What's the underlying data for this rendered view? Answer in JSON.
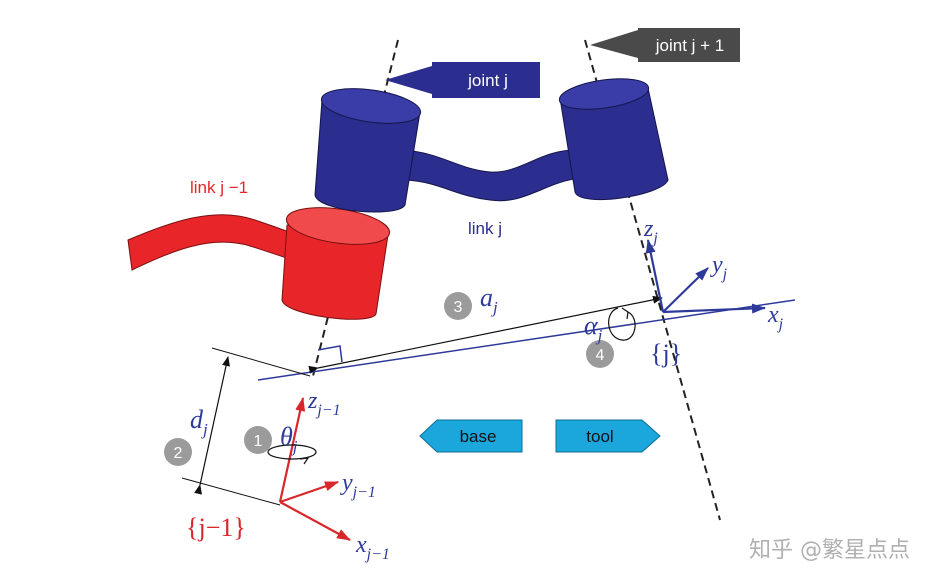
{
  "labels": {
    "joint_j": "joint j",
    "joint_j1": "joint j + 1",
    "link_jm1": "link j −1",
    "link_j": "link j",
    "a_j_sym": "a",
    "a_j_sub": "j",
    "alpha_sym": "α",
    "alpha_sub": "j",
    "d_sym": "d",
    "d_sub": "j",
    "theta_sym": "θ",
    "theta_sub": "j",
    "zj_sym": "z",
    "zj_sub": "j",
    "yj_sym": "y",
    "yj_sub": "j",
    "xj_sym": "x",
    "xj_sub": "j",
    "frame_j": "{j}",
    "zjm1_sym": "z",
    "zjm1_sub": "j−1",
    "yjm1_sym": "y",
    "yjm1_sub": "j−1",
    "xjm1_sym": "x",
    "xjm1_sub": "j−1",
    "frame_jm1": "{j−1}"
  },
  "steps": [
    "1",
    "2",
    "3",
    "4"
  ],
  "buttons": {
    "base": "base",
    "tool": "tool"
  },
  "watermark": "知乎 @繁星点点",
  "colors": {
    "blue_link": "#2b2d8f",
    "red_link": "#e8262a",
    "frame_blue": "#2e3a9a",
    "frame_red": "#d9262b",
    "cyan_button": "#1ba7dc",
    "step_gray": "#9b9b9b",
    "joint_label_gray": "#4a4a4a"
  }
}
